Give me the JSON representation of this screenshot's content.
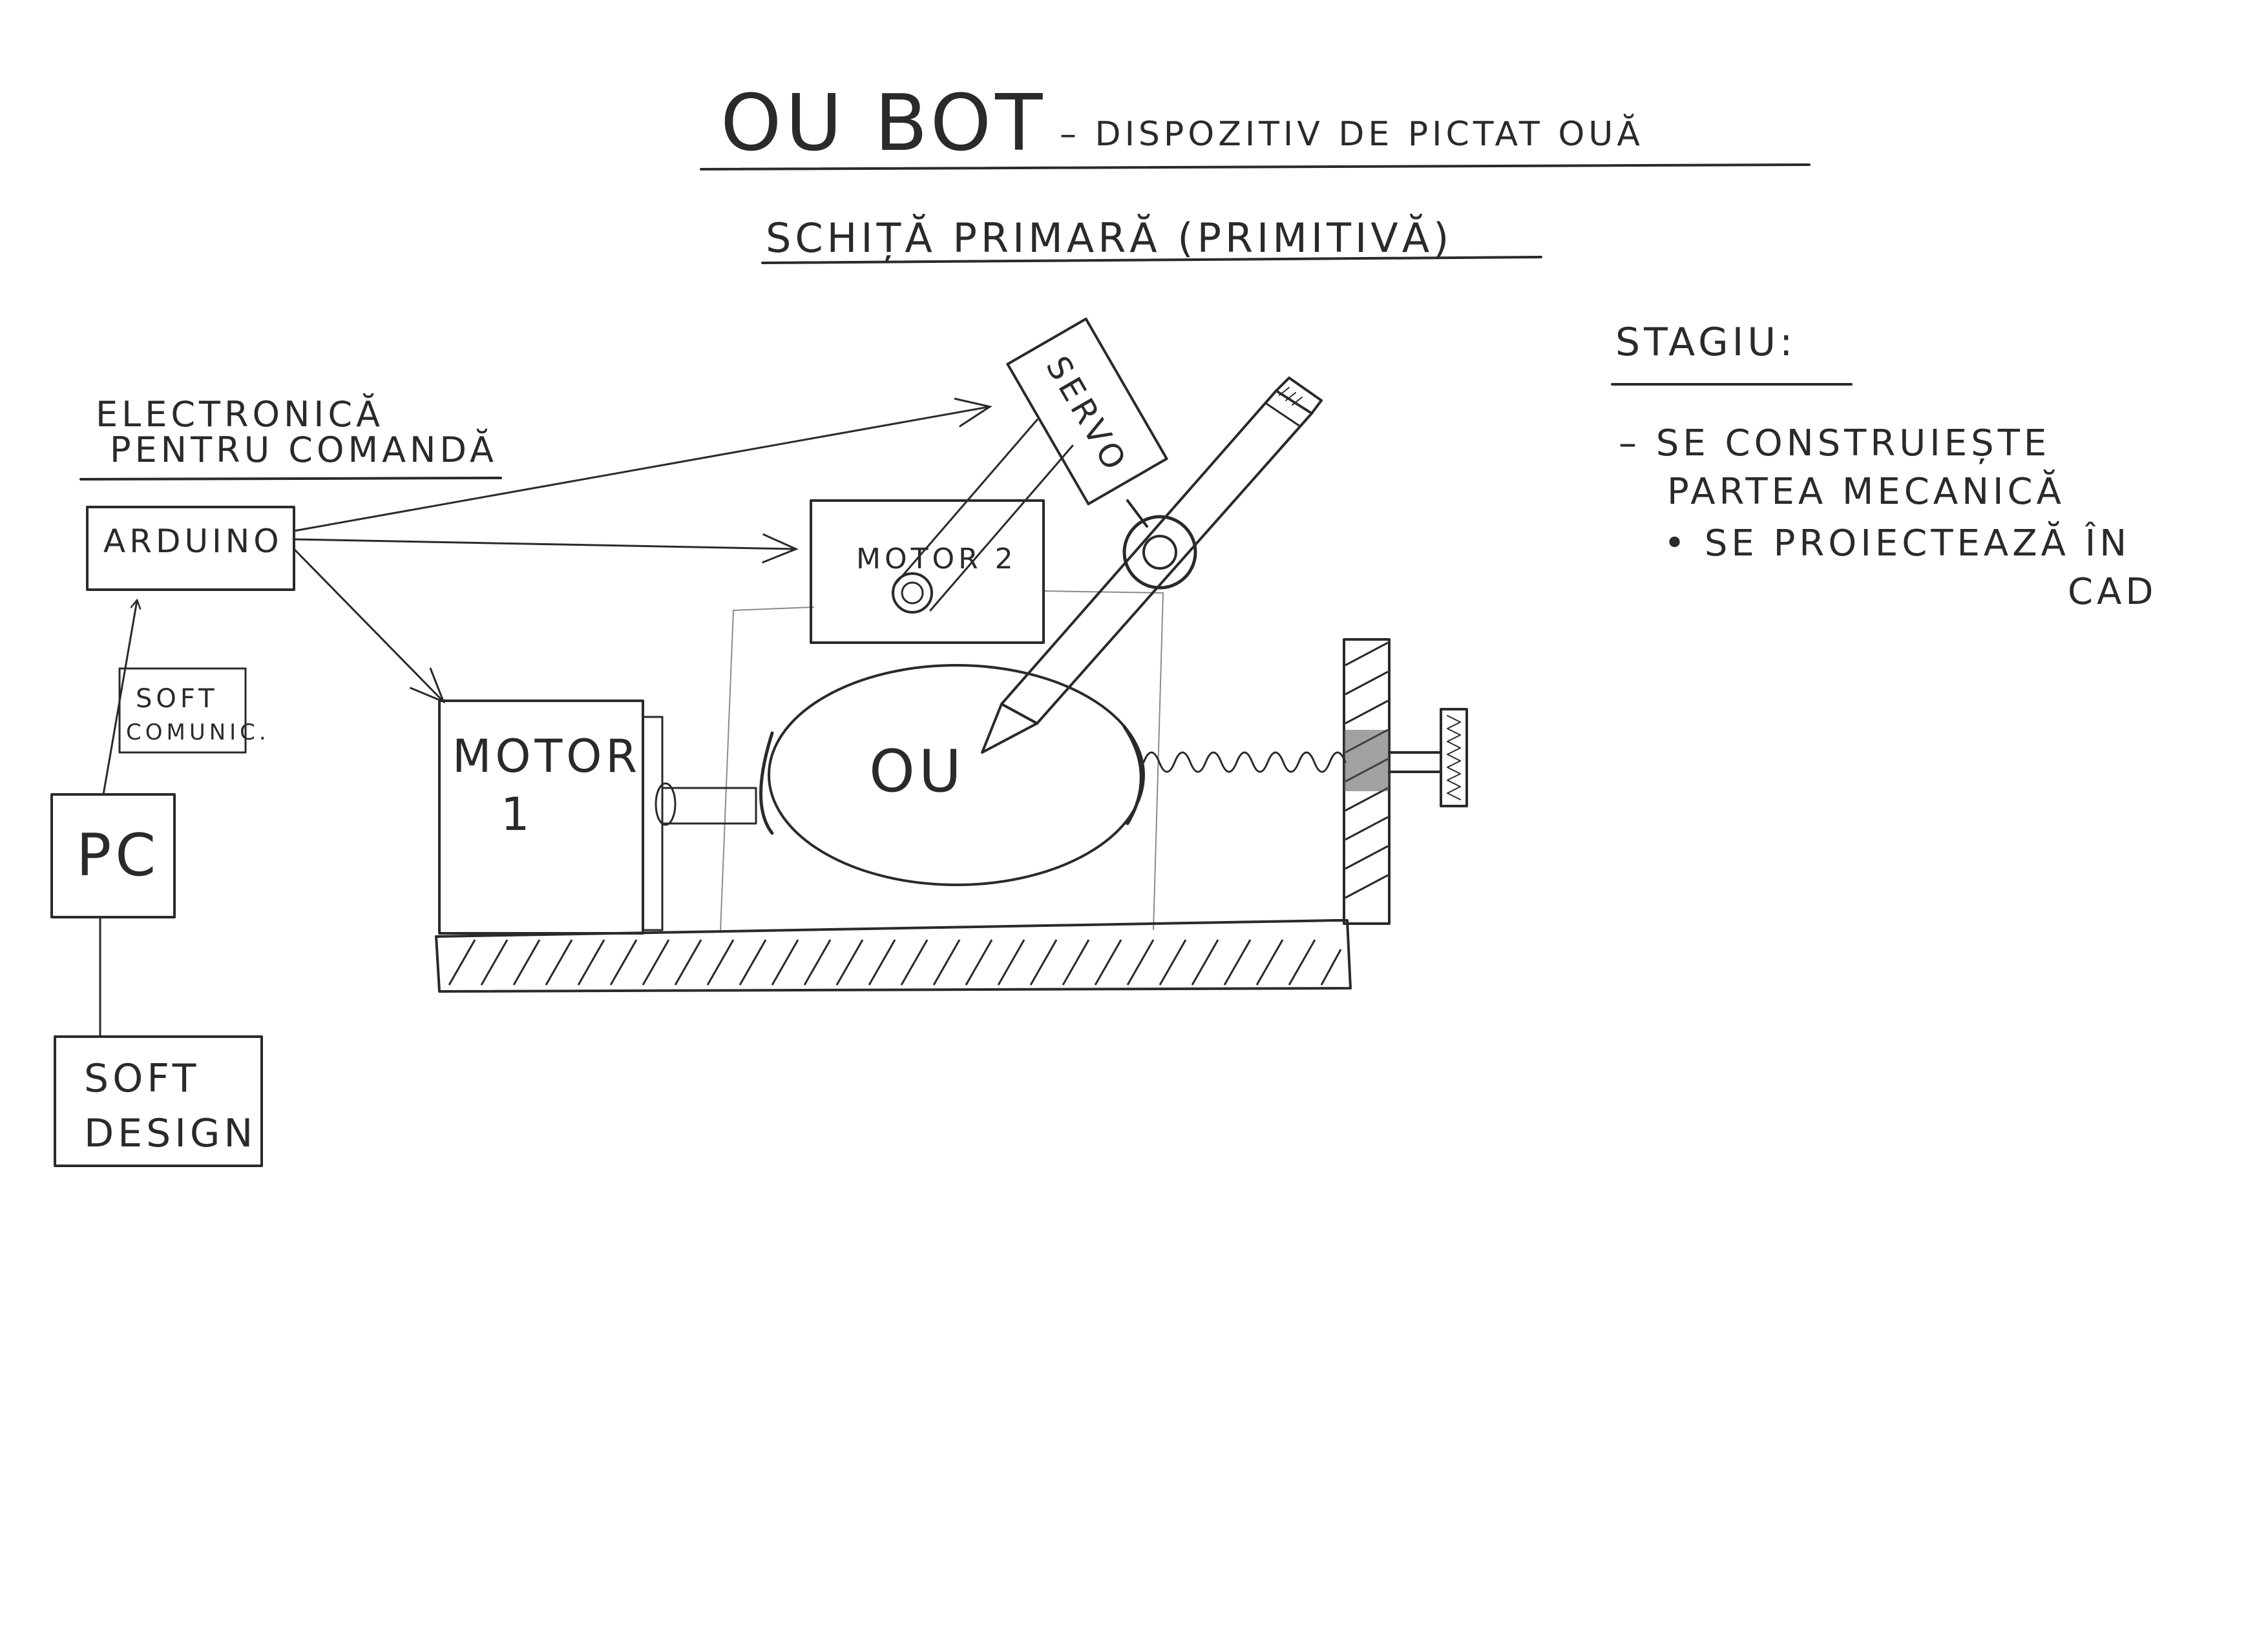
{
  "title": {
    "main": "OU BOT",
    "subtitle": "– DISPOZITIV DE PICTAT OUĂ",
    "sketch_note": "SCHIȚĂ PRIMARĂ (PRIMITIVĂ)"
  },
  "electronics": {
    "heading_line1": "ELECTRONICĂ",
    "heading_line2": "PENTRU COMANDĂ",
    "arduino": "ARDUINO",
    "soft_comm_line1": "SOFT",
    "soft_comm_line2": "COMUNIC.",
    "pc": "PC",
    "soft_design_line1": "SOFT",
    "soft_design_line2": "DESIGN"
  },
  "mechanism": {
    "servo": "SERVO",
    "motor2": "MOTOR 2",
    "motor1_line1": "MOTOR",
    "motor1_line2": "1",
    "egg": "OU"
  },
  "stage": {
    "heading": "STAGIU:",
    "item1_line1": "– SE CONSTRUIEȘTE",
    "item1_line2": "PARTEA MECANICĂ",
    "item2_line1": "• SE PROIECTEAZĂ ÎN",
    "item2_line2": "CAD"
  }
}
